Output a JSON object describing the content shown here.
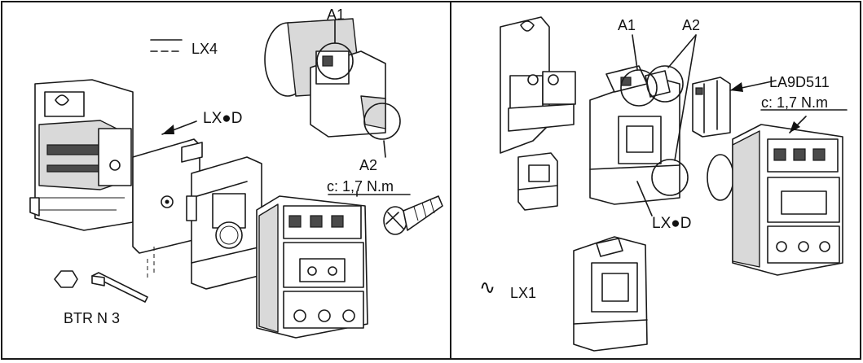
{
  "diagram": {
    "left_panel": {
      "legend_lx4": "LX4",
      "lx_d": "LX●D",
      "a1": "A1",
      "a2": "A2",
      "torque": "c: 1,7 N.m",
      "btr": "BTR N  3"
    },
    "right_panel": {
      "a1": "A1",
      "a2": "A2",
      "la9d511": "LA9D511",
      "torque": "c: 1,7 N.m",
      "lx_d": "LX●D",
      "lx1_symbol": "∿",
      "lx1": "LX1"
    }
  }
}
